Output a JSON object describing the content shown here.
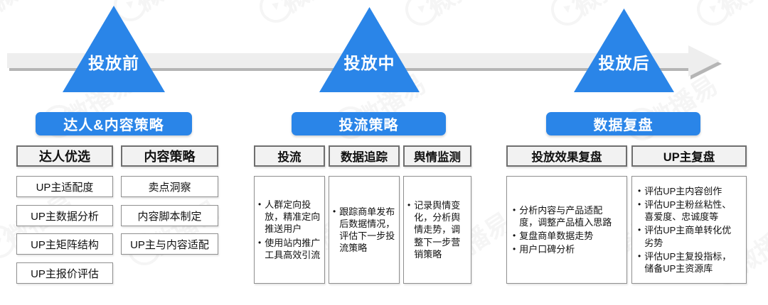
{
  "watermark": {
    "text": "微播易"
  },
  "colors": {
    "accent_blue": "#2A85E8",
    "arrow_fill": "#EEEEEE",
    "arrow_shadow": "#9C9C9C",
    "header_box_bg": "#F2F2F2",
    "header_box_border": "#6F6F6F",
    "item_box_border": "#8F8F8F"
  },
  "phases": [
    {
      "triangle_label": "投放前",
      "strategy_label": "达人&内容策略",
      "columns": [
        {
          "header": "达人优选",
          "items": [
            "UP主适配度",
            "UP主数据分析",
            "UP主矩阵结构",
            "UP主报价评估"
          ]
        },
        {
          "header": "内容策略",
          "items": [
            "卖点洞察",
            "内容脚本制定",
            "UP主与内容适配"
          ]
        }
      ]
    },
    {
      "triangle_label": "投放中",
      "strategy_label": "投流策略",
      "columns": [
        {
          "header": "投流",
          "bullets": [
            "人群定向投放，精准定向推送用户",
            "使用站内推广工具高效引流"
          ]
        },
        {
          "header": "数据追踪",
          "bullets": [
            "跟踪商单发布后数据情况，评估下一步投流策略"
          ]
        },
        {
          "header": "舆情监测",
          "bullets": [
            "记录舆情变化，分析舆情走势，调整下一步营销策略"
          ]
        }
      ]
    },
    {
      "triangle_label": "投放后",
      "strategy_label": "数据复盘",
      "columns": [
        {
          "header": "投放效果复盘",
          "bullets": [
            "分析内容与产品适配度，调整产品植入思路",
            "复盘商单数据走势",
            "用户口碑分析"
          ]
        },
        {
          "header": "UP主复盘",
          "bullets": [
            "评估UP主内容创作",
            "评估UP主粉丝粘性、喜爱度、忠诚度等",
            "评估UP主商单转化优劣势",
            "评估UP主复投指标，储备UP主资源库"
          ]
        }
      ]
    }
  ]
}
